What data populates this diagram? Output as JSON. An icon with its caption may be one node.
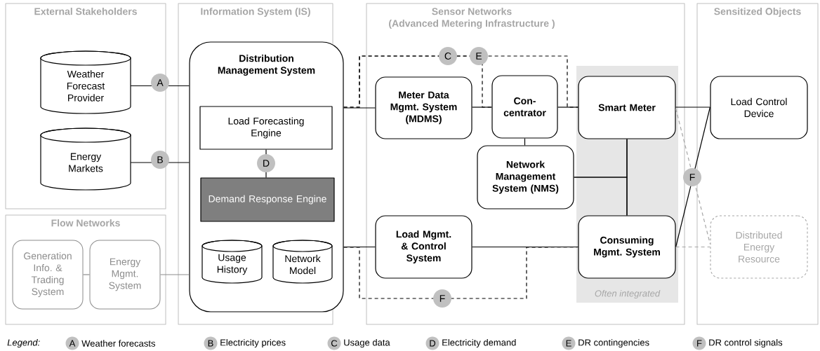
{
  "diagram": {
    "nodes": [
      {
        "text": [
          "External Stakeholders"
        ]
      },
      {
        "text": [
          "Weather Forecast Provider"
        ],
        "in": 0
      },
      {
        "text": [
          "Energy Markets"
        ],
        "in": 0
      },
      {
        "text": [
          "Flow Networks"
        ]
      },
      {
        "text": [
          "Generation Info. & Trading System"
        ],
        "in": 3
      },
      {
        "text": [
          "Energy Mgmt. System"
        ],
        "in": 3
      },
      {
        "text": [
          "Information System (IS)"
        ]
      },
      {
        "text": [
          "Distribution Management System"
        ],
        "in": 6
      },
      {
        "text": [
          "Load Forecasting Engine"
        ],
        "in": 7
      },
      {
        "text": [
          "Demand Response Engine"
        ],
        "in": 7
      },
      {
        "text": [
          "Usage History"
        ],
        "in": 7
      },
      {
        "text": [
          "Network Model"
        ],
        "in": 7
      },
      {
        "text": [
          "Sensor Networks (Advanced Metering Infrastructure )"
        ]
      },
      {
        "text": [
          "Meter Data Mgmt. System (MDMS)"
        ],
        "in": 12
      },
      {
        "text": [
          "Con- centrator"
        ],
        "in": 12
      },
      {
        "text": [
          "Often integrated"
        ],
        "in": 12
      },
      {
        "text": [
          "Smart Meter"
        ],
        "in": 15
      },
      {
        "text": [
          "Network Management System (NMS)"
        ],
        "in": 12
      },
      {
        "text": [
          "Load Mgmt. & Control System"
        ],
        "in": 12
      },
      {
        "text": [
          "Consuming Mgmt. System"
        ],
        "in": 15
      },
      {
        "text": [
          "Sensitized Objects"
        ]
      },
      {
        "text": [
          "Load Control Device"
        ],
        "in": 20
      },
      {
        "text": [
          "Distributed Energy Resource"
        ],
        "in": 20
      }
    ],
    "edges": [
      {
        "from": 1,
        "to": 7,
        "arrow": "none",
        "label": "A"
      },
      {
        "from": 2,
        "to": 7,
        "arrow": "none",
        "label": "B"
      },
      {
        "from": 4,
        "to": 5,
        "arrow": "none",
        "color": "#8c8c8c"
      },
      {
        "from": 5,
        "to": 7,
        "arrow": "none",
        "color": "#8c8c8c"
      },
      {
        "from": 8,
        "to": 9,
        "arrow": "none",
        "label": "D"
      },
      {
        "from": 7,
        "to": 13,
        "arrow": "none"
      },
      {
        "from": 7,
        "to": 16,
        "arrow": "none",
        "label": "C",
        "style": "dashed"
      },
      {
        "from": 7,
        "to": 14,
        "arrow": "none",
        "label": "E",
        "style": "dashed"
      },
      {
        "from": 13,
        "to": 14,
        "arrow": "none"
      },
      {
        "from": 14,
        "to": 16,
        "arrow": "none"
      },
      {
        "from": 14,
        "to": 17,
        "arrow": "none"
      },
      {
        "from": 17,
        "to": 16,
        "arrow": "none"
      },
      {
        "from": 17,
        "to": 19,
        "arrow": "none"
      },
      {
        "from": 16,
        "to": 19,
        "arrow": "none"
      },
      {
        "from": 7,
        "to": 18,
        "arrow": "none"
      },
      {
        "from": 18,
        "to": 19,
        "arrow": "none"
      },
      {
        "from": 7,
        "to": 19,
        "arrow": "none",
        "label": "F",
        "style": "dashed"
      },
      {
        "from": 16,
        "to": 21,
        "arrow": "none"
      },
      {
        "from": 19,
        "to": 21,
        "arrow": "none",
        "label": "F"
      },
      {
        "from": 16,
        "to": 22,
        "arrow": "none",
        "style": "dashed",
        "color": "#a6a6a6"
      },
      {
        "from": 19,
        "to": 22,
        "arrow": "none",
        "style": "dashed",
        "color": "#a6a6a6"
      }
    ],
    "labels": [
      "Legend:",
      "A",
      "B",
      "C",
      "D",
      "E",
      "F"
    ],
    "legend": [
      {
        "text": "Weather forecasts"
      },
      {
        "text": "Electricity prices"
      },
      {
        "text": "Usage data"
      },
      {
        "text": "Electricity demand"
      },
      {
        "text": "DR contingencies"
      },
      {
        "text": "DR control signals"
      }
    ]
  }
}
